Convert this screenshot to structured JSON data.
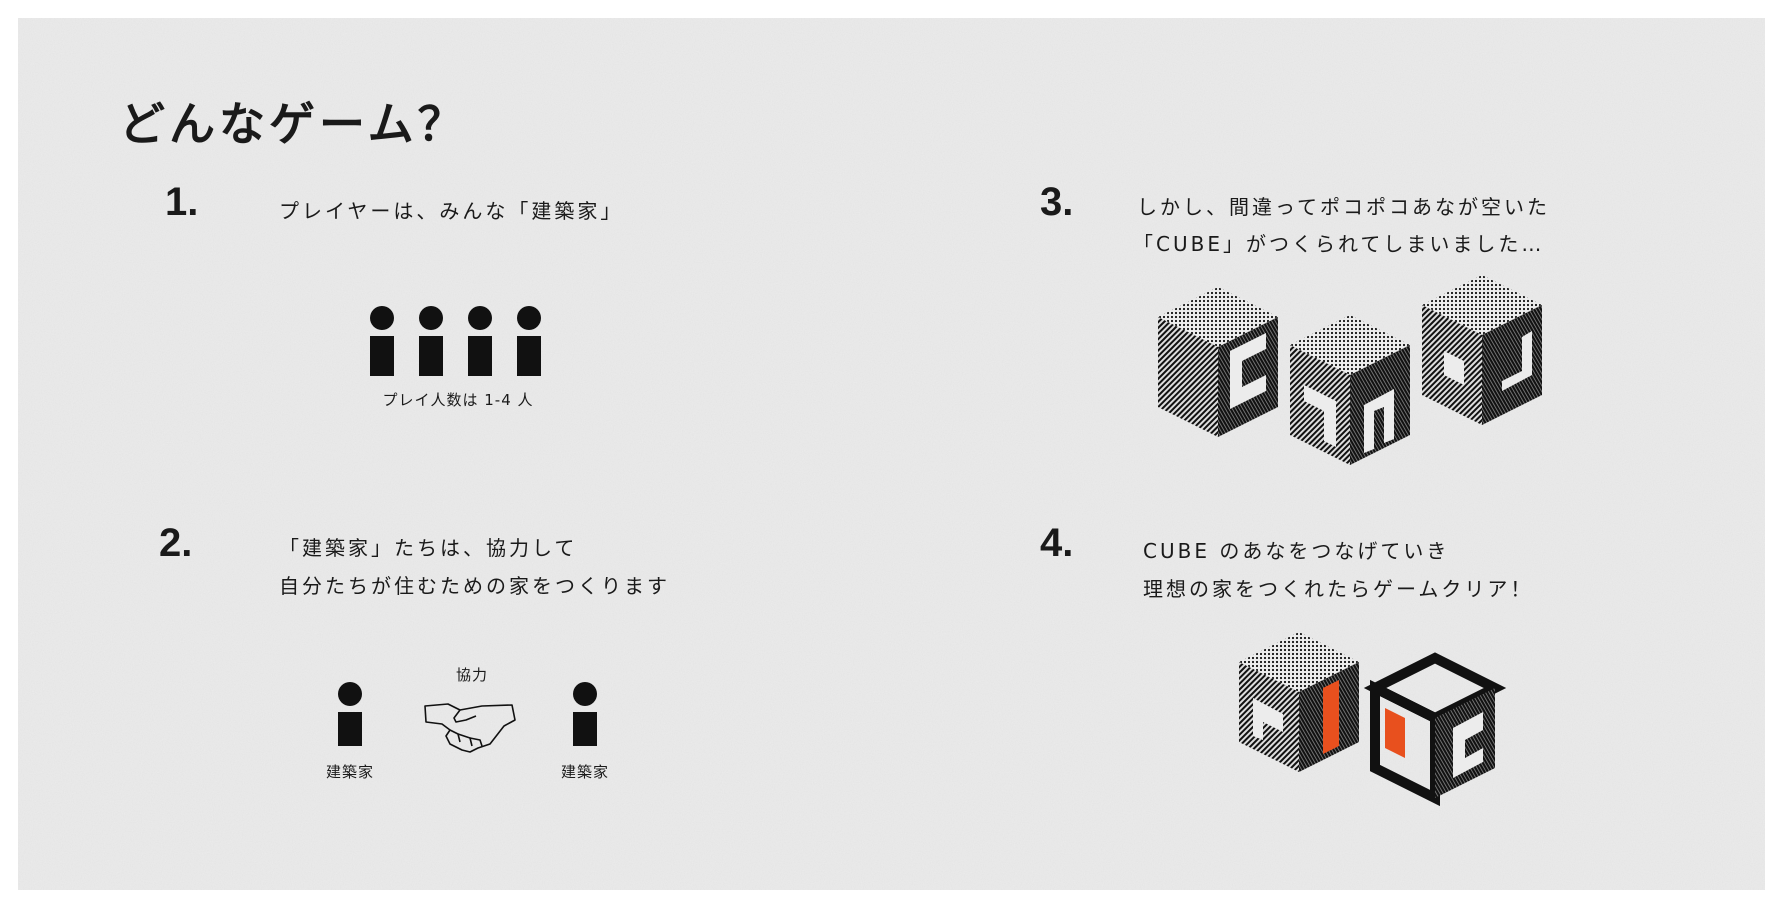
{
  "title": "どんなゲーム？",
  "sections": [
    {
      "number": "1.",
      "lines": [
        "プレイヤーは、みんな「建築家」"
      ],
      "caption": "プレイ人数は 1-4 人",
      "player_count_icons": 4
    },
    {
      "number": "2.",
      "lines": [
        "「建築家」たちは、協力して",
        "自分たちが住むための家をつくります"
      ],
      "cooperate_label": "協力",
      "left_label": "建築家",
      "right_label": "建築家"
    },
    {
      "number": "3.",
      "lines": [
        "しかし、間違ってポコポコあなが空いた",
        "「CUBE」がつくられてしまいました…"
      ]
    },
    {
      "number": "4.",
      "lines": [
        "CUBE のあなをつなげていき",
        "理想の家をつくれたらゲームクリア！"
      ]
    }
  ],
  "colors": {
    "paper": "#ececec",
    "ink": "#111111",
    "accent": "#e8501e"
  }
}
